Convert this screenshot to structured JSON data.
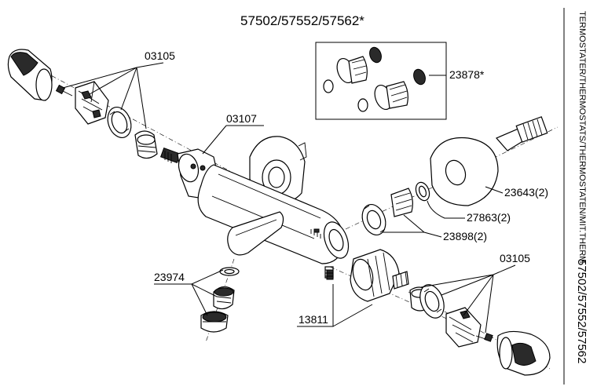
{
  "title": "57502/57552/57562*",
  "labels": {
    "p03105_top": "03105",
    "p03107": "03107",
    "p23878": "23878*",
    "p23643": "23643(2)",
    "p27863": "27863(2)",
    "p23898": "23898(2)",
    "p23974": "23974",
    "p13811": "13811",
    "p03105_bottom": "03105"
  },
  "side_text": {
    "category": "TERMOSTATER/THERMOSTATS/THERMOSTATEN/MIT.THERM",
    "models": "57502/57552/57562"
  }
}
